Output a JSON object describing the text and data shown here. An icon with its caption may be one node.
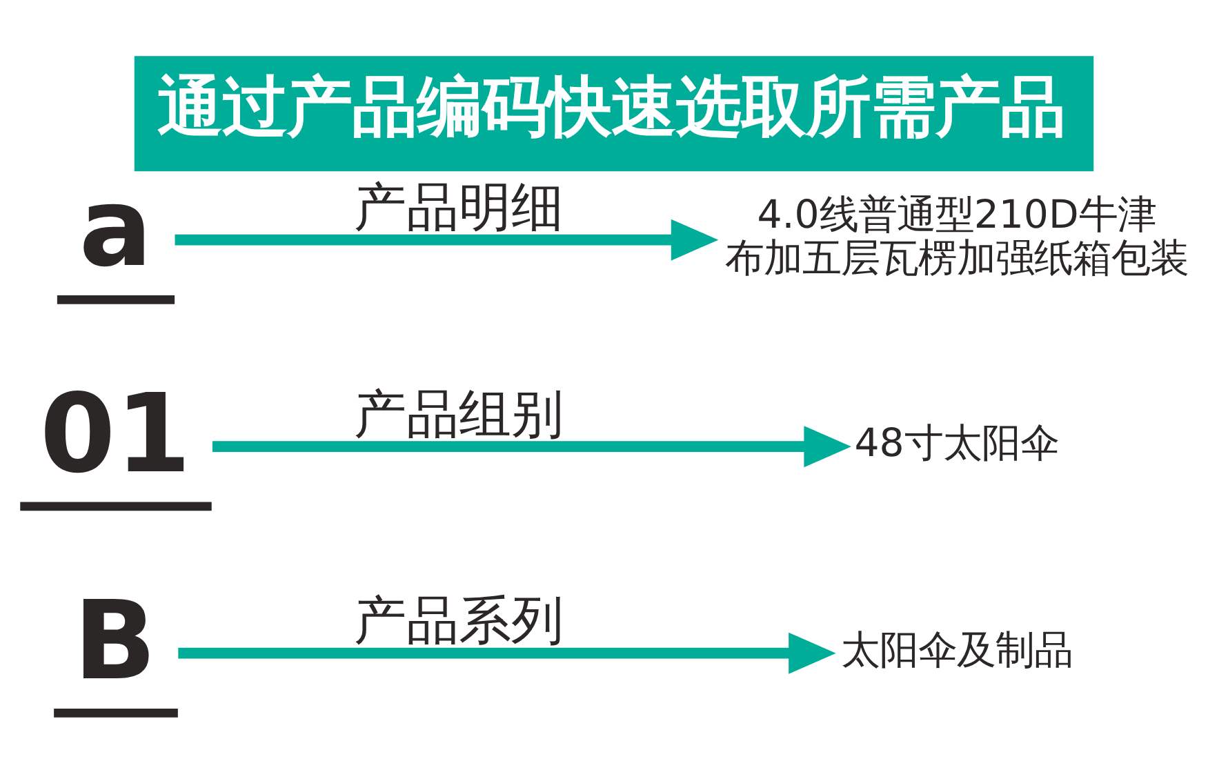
{
  "diagram": {
    "title": "通过产品编码快速选取所需产品",
    "nodes": [
      {
        "text": [
          "B"
        ]
      },
      {
        "text": [
          "01"
        ]
      },
      {
        "text": [
          "a"
        ]
      },
      {
        "text": [
          "4.0线普通型210D牛津布加五层瓦楞加强纸箱包装"
        ]
      },
      {
        "text": [
          "48寸太阳伞"
        ]
      },
      {
        "text": [
          "太阳伞及制品"
        ]
      }
    ],
    "edges": [
      {
        "from": 0,
        "to": 5,
        "arrow": "to",
        "label": "产品系列"
      },
      {
        "from": 1,
        "to": 4,
        "arrow": "to",
        "label": "产品组别"
      },
      {
        "from": 2,
        "to": 3,
        "arrow": "to",
        "label": "产品明细"
      }
    ]
  }
}
